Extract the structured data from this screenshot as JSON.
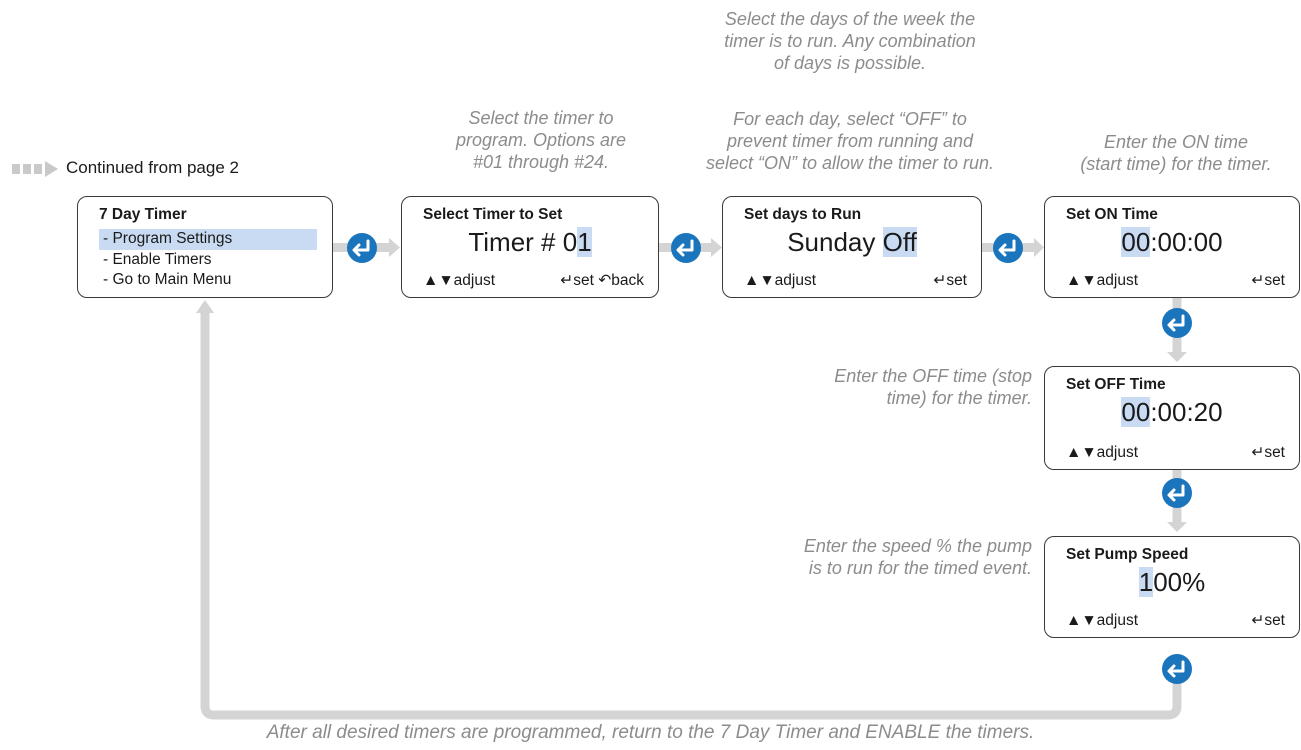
{
  "continued_label": "Continued from page 2",
  "notes": {
    "select_timer": [
      "Select the timer to",
      "program. Options are",
      "#01 through #24."
    ],
    "select_days_top": [
      "Select the days of the week the",
      "timer is to run. Any combination",
      "of days is possible."
    ],
    "select_days_bottom": [
      "For each day, select “OFF” to",
      "prevent timer from running and",
      "select “ON” to allow the timer to run."
    ],
    "on_time": [
      "Enter the ON time",
      "(start time) for the timer."
    ],
    "off_time": [
      "Enter the OFF time (stop",
      "time) for the timer."
    ],
    "pump_speed": [
      "Enter the speed % the pump",
      "is to run for the timed event."
    ],
    "bottom": "After all desired timers are programmed, return to the 7 Day Timer and ENABLE the timers."
  },
  "screens": {
    "main_menu": {
      "title": "7 Day Timer",
      "items": [
        "- Program Settings",
        "- Enable Timers",
        "- Go to Main Menu"
      ]
    },
    "select_timer": {
      "title": "Select Timer to Set",
      "value_prefix": "Timer # 0",
      "value_highlight": "1",
      "adjust": "▲▼adjust",
      "set": "↵set",
      "back": "↶back"
    },
    "set_days": {
      "title": "Set days to Run",
      "value_prefix": "Sunday ",
      "value_highlight": "Off",
      "adjust": "▲▼adjust",
      "set": "↵set"
    },
    "on_time": {
      "title": "Set ON Time",
      "value_highlight": "00",
      "value_rest": ":00:00",
      "adjust": "▲▼adjust",
      "set": "↵set"
    },
    "off_time": {
      "title": "Set OFF Time",
      "value_highlight": "00",
      "value_rest": ":00:20",
      "adjust": "▲▼adjust",
      "set": "↵set"
    },
    "pump_speed": {
      "title": "Set Pump Speed",
      "value_highlight": "1",
      "value_rest": "00%",
      "adjust": "▲▼adjust",
      "set": "↵set"
    }
  },
  "colors": {
    "enter_button": "#1b75bc",
    "highlight": "#c9dbf2",
    "connector": "#d4d4d4",
    "note_text": "#8c8c8c"
  },
  "icons": {
    "enter_button": "enter-icon",
    "continue_arrow": "arrow-right-icon"
  }
}
